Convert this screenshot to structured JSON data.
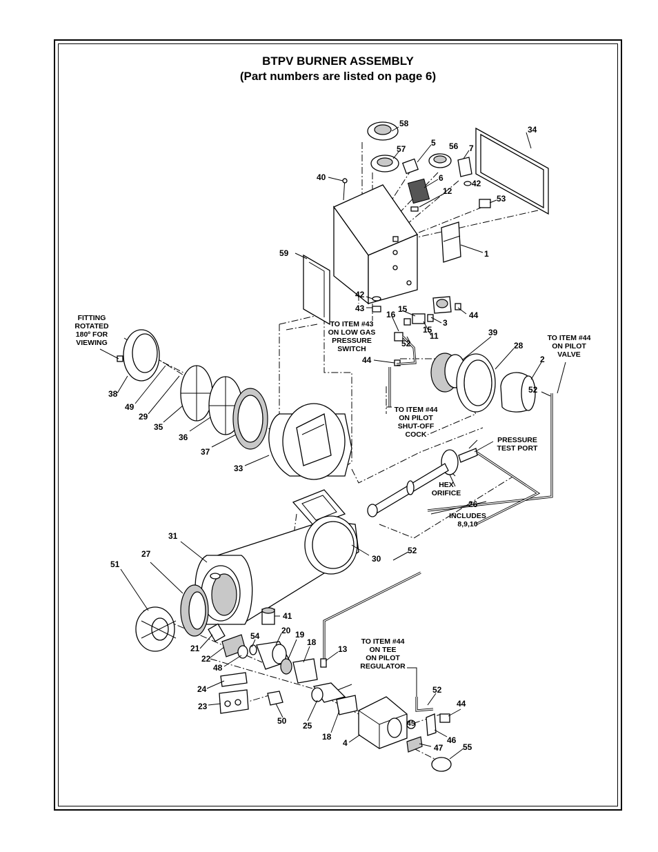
{
  "title": {
    "line1": "BTPV BURNER ASSEMBLY",
    "line2": "(Part numbers are listed on page 6)"
  },
  "part_labels": {
    "p58": "58",
    "p5": "5",
    "p56": "56",
    "p7": "7",
    "p34": "34",
    "p57": "57",
    "p40": "40",
    "p6": "6",
    "p42a": "42",
    "p12": "12",
    "p53": "53",
    "p59": "59",
    "p1": "1",
    "p42b": "42",
    "p43": "43",
    "p15a": "15",
    "p16": "16",
    "p44a": "44",
    "p3": "3",
    "p15b": "15",
    "p11": "11",
    "p52a": "52",
    "p44b": "44",
    "p39": "39",
    "p28": "28",
    "p2": "2",
    "p52b": "52",
    "p38": "38",
    "p49": "49",
    "p29": "29",
    "p35": "35",
    "p36": "36",
    "p37": "37",
    "p33": "33",
    "p26": "26",
    "p31": "31",
    "p27": "27",
    "p51": "51",
    "p30": "30",
    "p52c": "52",
    "p41": "41",
    "p54": "54",
    "p20": "20",
    "p19": "19",
    "p18a": "18",
    "p13": "13",
    "p21": "21",
    "p22": "22",
    "p48": "48",
    "p24": "24",
    "p23": "23",
    "p50": "50",
    "p25": "25",
    "p18b": "18",
    "p4": "4",
    "p45": "45",
    "p52d": "52",
    "p44c": "44",
    "p46": "46",
    "p47": "47",
    "p55": "55"
  },
  "notes": {
    "fitting": [
      "FITTING",
      "ROTATED",
      "180º FOR",
      "VIEWING"
    ],
    "to_item_43": [
      "TO ITEM #43",
      "ON LOW GAS",
      "PRESSURE",
      "SWITCH"
    ],
    "to_item_44_pilot_valve": [
      "TO ITEM #44",
      "ON PILOT",
      "VALVE"
    ],
    "to_item_44_shutoff": [
      "TO ITEM #44",
      "ON PILOT",
      "SHUT-OFF",
      "COCK"
    ],
    "pressure_test_port": [
      "PRESSURE",
      "TEST PORT"
    ],
    "hex_orifice": [
      "HEX",
      "ORIFICE"
    ],
    "includes": [
      "INCLUDES",
      "8,9,10"
    ],
    "to_item_44_tee": [
      "TO ITEM #44",
      "ON TEE",
      "ON PILOT",
      "REGULATOR"
    ]
  },
  "colors": {
    "line": "#000000",
    "background": "#ffffff",
    "shade": "#c8c8c8"
  }
}
